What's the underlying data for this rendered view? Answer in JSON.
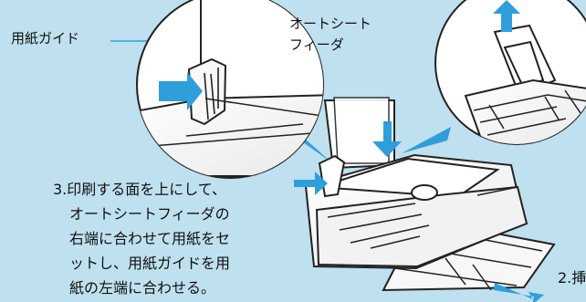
{
  "labels": {
    "paper_guide": "用紙ガイド",
    "sheet_feeder_line1": "オートシート",
    "sheet_feeder_line2": "フィーダ",
    "step_2_partial": "2.挿"
  },
  "instruction_3": {
    "line1": "3.印刷する面を上にして、",
    "line2": "オートシートフィーダの",
    "line3": "右端に合わせて用紙をセ",
    "line4": "ットし、用紙ガイドを用",
    "line5": "紙の左端に合わせる。"
  },
  "colors": {
    "background": "#bfe0ee",
    "arrow": "#2e9fda",
    "outline": "#222222"
  },
  "icons": {
    "guide_arrow": "blue-arrow-right",
    "paper_arrow": "blue-arrow-down",
    "support_arrow": "blue-arrow-up",
    "step2_arrow": "blue-arrow-down-right"
  }
}
